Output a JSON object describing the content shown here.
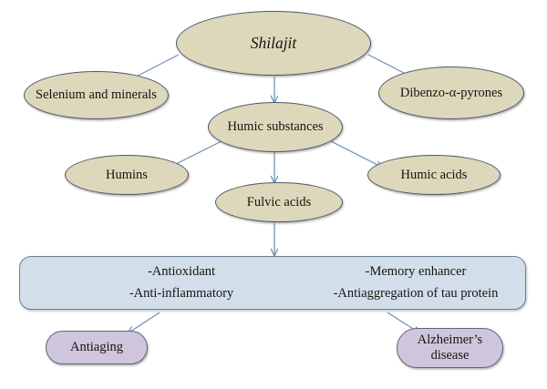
{
  "diagram": {
    "title": "Shilajit constituents and neuroprotective effects flowchart",
    "colors": {
      "ellipse_fill": "#ddd8bc",
      "ellipse_stroke": "#4e5a66",
      "panel_fill": "#d2dfeb",
      "panel_stroke": "#6b7f93",
      "pill_fill": "#cfc6dd",
      "pill_stroke": "#5b6775",
      "arrow": "#6f8fb0",
      "background": "#ffffff",
      "text": "#181410"
    },
    "nodes": {
      "shilajit": "Shilajit",
      "selenium": "Selenium and minerals",
      "dibenzo": "Dibenzo-α-pyrones",
      "humic_substances": "Humic substances",
      "humins": "Humins",
      "humic_acids": "Humic acids",
      "fulvic_acids": "Fulvic acids",
      "antiaging": "Antiaging",
      "alzheimer": "Alzheimer’s disease"
    },
    "effects": {
      "left_column": [
        "-Antioxidant",
        "-Anti-inflammatory"
      ],
      "right_column": [
        "-Memory enhancer",
        "-Antiaggregation of tau protein"
      ]
    },
    "edges": [
      {
        "from": "shilajit",
        "to": "selenium",
        "arrow": "arrow-shilajit-selenium"
      },
      {
        "from": "shilajit",
        "to": "dibenzo",
        "arrow": "arrow-shilajit-dibenzo"
      },
      {
        "from": "shilajit",
        "to": "humic_substances",
        "arrow": "arrow-shilajit-humic-substances"
      },
      {
        "from": "humic_substances",
        "to": "humins",
        "arrow": "arrow-humic-substances-humins"
      },
      {
        "from": "humic_substances",
        "to": "humic_acids",
        "arrow": "arrow-humic-substances-humic-acids"
      },
      {
        "from": "humic_substances",
        "to": "fulvic_acids",
        "arrow": "arrow-humic-substances-fulvic-acids"
      },
      {
        "from": "fulvic_acids",
        "to": "effects",
        "arrow": "arrow-fulvic-acids-effects"
      },
      {
        "from": "effects",
        "to": "antiaging",
        "arrow": "arrow-effects-antiaging"
      },
      {
        "from": "effects",
        "to": "alzheimer",
        "arrow": "arrow-effects-alzheimer"
      }
    ]
  }
}
